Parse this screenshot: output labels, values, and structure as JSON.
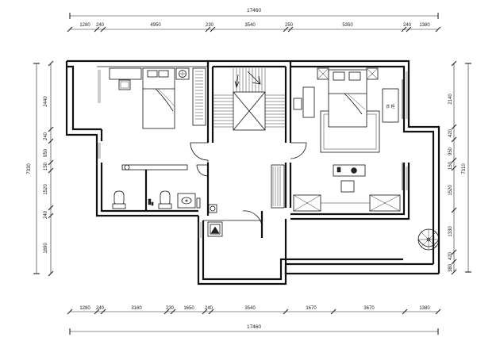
{
  "dimensions": {
    "top_total": "17460",
    "top_segments": [
      "1280",
      "240",
      "4950",
      "230",
      "3540",
      "250",
      "5350",
      "240",
      "1380"
    ],
    "bottom_total": "17460",
    "bottom_segments": [
      "1280",
      "240",
      "3160",
      "230",
      "1650",
      "240",
      "3540",
      "1670",
      "3670",
      "1380"
    ],
    "left_total": "7330",
    "left_segments": [
      "2440",
      "240",
      "950",
      "150",
      "1520",
      "240",
      "1890"
    ],
    "right_total": "7310",
    "right_segments": [
      "2140",
      "420",
      "950",
      "150",
      "1520",
      "1330",
      "420",
      "380"
    ]
  },
  "room_labels": {
    "wardrobe_tag": "衣 柜"
  }
}
